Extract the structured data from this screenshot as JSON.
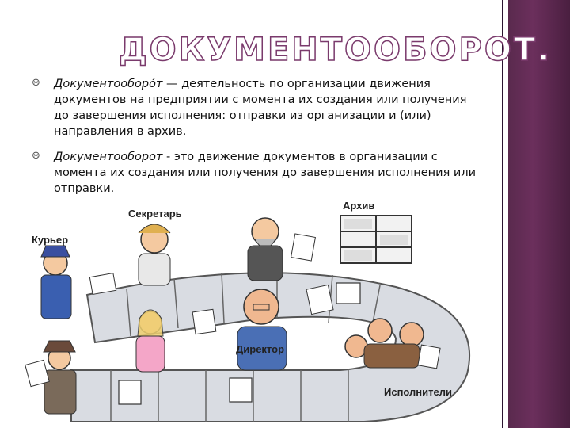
{
  "title": "ДОКУМЕНТООБОРОТ.",
  "bullets": [
    {
      "term": "Документооборо́т",
      "text": " — деятельность по организации движения документов на предприятии с момента их создания или получения до завершения исполнения: отправки из организации и (или) направления в архив."
    },
    {
      "term": "Документооборот",
      "text": " - это движение документов в организации с момента их создания или получения до завершения исполнения или отправки."
    }
  ],
  "illustration": {
    "labels": {
      "secretary": "Секретарь",
      "archive": "Архив",
      "courier": "Курьер",
      "director": "Директор",
      "executors": "Исполнители"
    }
  },
  "icons": [
    "bullet-icon"
  ],
  "colors": {
    "sidebar": "#6b2f5c",
    "title_outline": "#7a3a6c"
  }
}
